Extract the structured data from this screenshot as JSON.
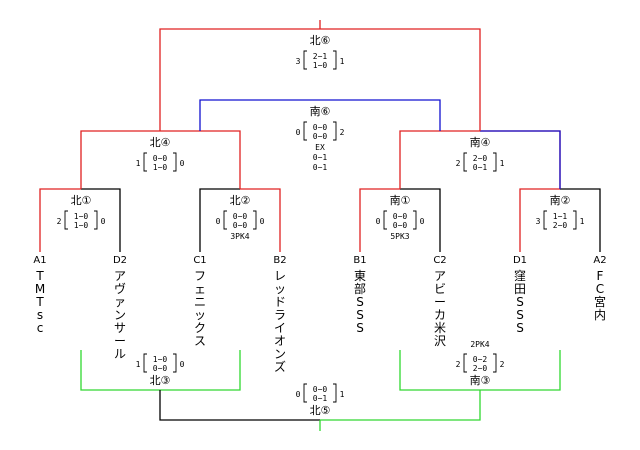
{
  "colors": {
    "red": "#e02020",
    "blue": "#1010d0",
    "green": "#30d830",
    "black": "#000000"
  },
  "teams": [
    {
      "seed": "A1",
      "name": "TMTsc"
    },
    {
      "seed": "D2",
      "name": "アヴァンサール"
    },
    {
      "seed": "C1",
      "name": "フェニックス"
    },
    {
      "seed": "B2",
      "name": "レッドライオンズ"
    },
    {
      "seed": "B1",
      "name": "東部SSS"
    },
    {
      "seed": "C2",
      "name": "アビーカ米沢"
    },
    {
      "seed": "D1",
      "name": "窪田SSS"
    },
    {
      "seed": "A2",
      "name": "FC宮内"
    }
  ],
  "matches": {
    "n1": {
      "label": "北①",
      "left": "2",
      "right": "0",
      "h1": "1−0",
      "h2": "1−0",
      "note": ""
    },
    "n2": {
      "label": "北②",
      "left": "0",
      "right": "0",
      "h1": "0−0",
      "h2": "0−0",
      "note": "3PK4"
    },
    "s1": {
      "label": "南①",
      "left": "0",
      "right": "0",
      "h1": "0−0",
      "h2": "0−0",
      "note": "5PK3"
    },
    "s2": {
      "label": "南②",
      "left": "3",
      "right": "1",
      "h1": "1−1",
      "h2": "2−0",
      "note": ""
    },
    "n4": {
      "label": "北④",
      "left": "1",
      "right": "0",
      "h1": "0−0",
      "h2": "1−0"
    },
    "s4": {
      "label": "南④",
      "left": "2",
      "right": "1",
      "h1": "2−0",
      "h2": "0−1"
    },
    "n6": {
      "label": "北⑥",
      "left": "3",
      "right": "1",
      "h1": "2−1",
      "h2": "1−0"
    },
    "s6": {
      "label": "南⑥",
      "left": "0",
      "right": "2",
      "h1": "0−0",
      "h2": "0−0",
      "ex": "EX",
      "ex1": "0−1",
      "ex2": "0−1"
    },
    "n3": {
      "label": "北③",
      "left": "1",
      "right": "0",
      "h1": "1−0",
      "h2": "0−0"
    },
    "s3": {
      "label": "南③",
      "left": "2",
      "right": "2",
      "h1": "0−2",
      "h2": "2−0",
      "note": "2PK4"
    },
    "n5": {
      "label": "北⑤",
      "left": "0",
      "right": "1",
      "h1": "0−0",
      "h2": "0−1"
    }
  }
}
